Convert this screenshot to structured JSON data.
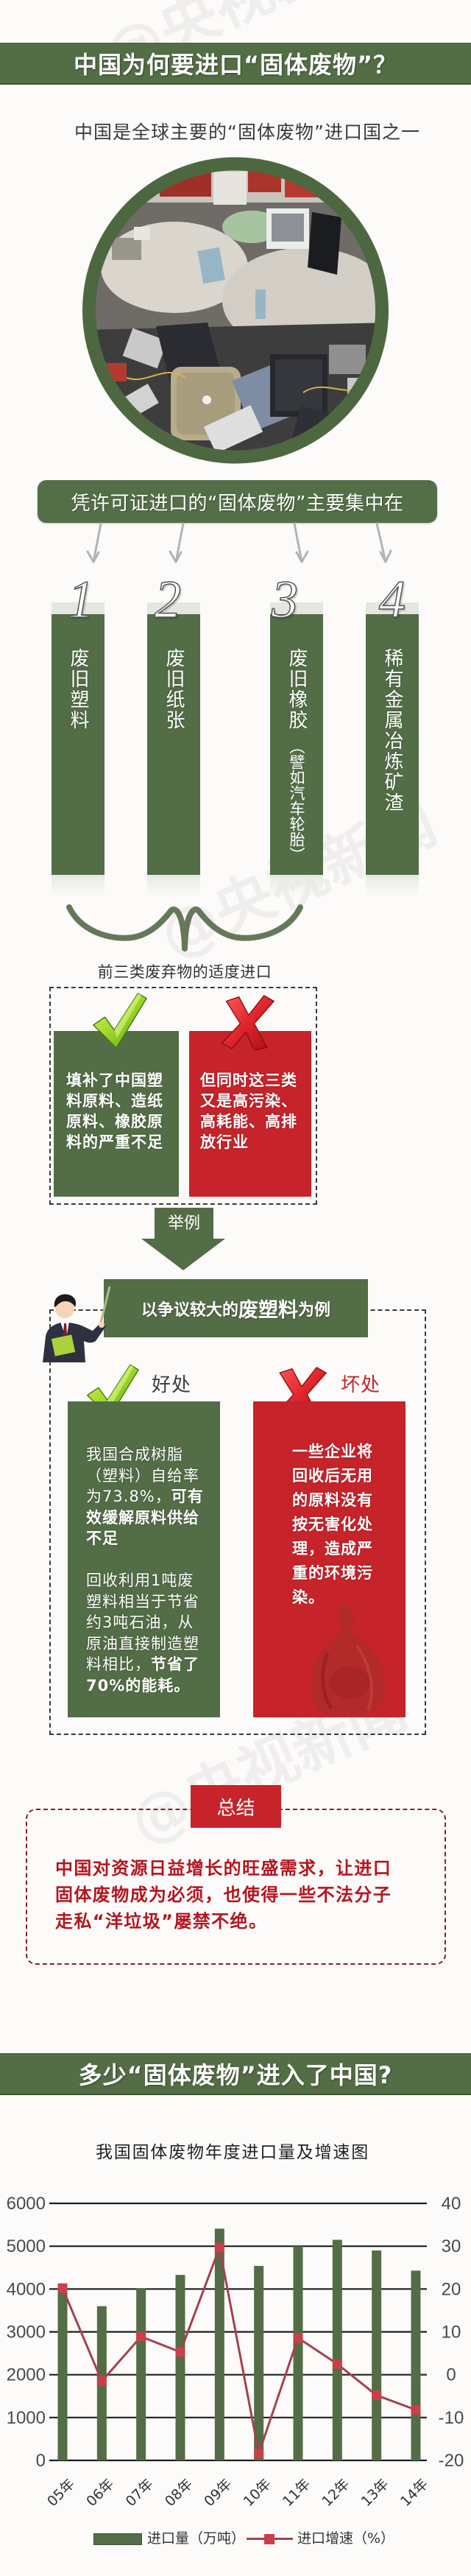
{
  "watermark": "@央视新闻",
  "colors": {
    "primary_green": "#536d46",
    "alert_red": "#c6232a",
    "summary_text_red": "#b2161f",
    "growth_line": "#a3424c"
  },
  "section1": {
    "title": "中国为何要进口“固体废物”？",
    "subtitle": "中国是全球主要的“固体废物”进口国之一",
    "photo_icon": "e-waste-pile-photo",
    "banner": "凭许可证进口的“固体废物”主要集中在",
    "categories": [
      {
        "number": "1",
        "label": "废旧塑料"
      },
      {
        "number": "2",
        "label": "废旧纸张"
      },
      {
        "number": "3",
        "label": "废旧橡胶",
        "note": "（譬如汽车轮胎）"
      },
      {
        "number": "4",
        "label": "稀有金属冶炼矿渣"
      }
    ],
    "brace_caption": "前三类废弃物的适度进口",
    "import_effects": {
      "positive": {
        "icon": "check-icon",
        "lines": [
          "填补了中国塑",
          "料原料、造纸",
          "原料、橡胶原",
          "料的严重不足"
        ]
      },
      "negative": {
        "icon": "cross-icon",
        "lines": [
          "但同时这三类",
          "又是高污染、",
          "高耗能、高排",
          "放行业"
        ]
      }
    },
    "example_arrow_label": "举例",
    "example": {
      "banner": {
        "prefix": "以争议较大的",
        "emphasis": "废塑料",
        "suffix": "为例"
      },
      "pros": {
        "label": "好处",
        "icon": "check-icon",
        "lines": [
          {
            "text": "我国合成树脂",
            "bold": ""
          },
          {
            "text": "（塑料）自给率",
            "bold": ""
          },
          {
            "text": "为73.8%，",
            "bold": "可有"
          },
          {
            "text": "",
            "bold": "效缓解原料供给"
          },
          {
            "text": "",
            "bold": "不足"
          },
          {
            "text": "",
            "bold": ""
          },
          {
            "text": "回收利用1吨废",
            "bold": ""
          },
          {
            "text": "塑料相当于节省",
            "bold": ""
          },
          {
            "text": "约3吨石油，从",
            "bold": ""
          },
          {
            "text": "原油直接制造塑",
            "bold": ""
          },
          {
            "text": "料相比，",
            "bold": "节省了"
          },
          {
            "text": "",
            "bold": "70%的能耗。"
          }
        ]
      },
      "cons": {
        "label": "坏处",
        "icon": "cross-icon",
        "image_icon": "red-trash-bag",
        "lines": [
          "一些企业将",
          "回收后无用",
          "的原料没有",
          "按无害化处",
          "理，造成严",
          "重的环境污",
          "染。"
        ]
      }
    },
    "summary": {
      "tab": "总结",
      "lines": [
        "中国对资源日益增长的旺盛需求，让进口",
        "固体废物成为必须，也使得一些不法分子",
        "走私“洋垃圾”屡禁不绝。"
      ]
    }
  },
  "section2": {
    "title": "多少“固体废物”进入了中国?",
    "chart_title": "我国固体废物年度进口量及增速图",
    "legend": [
      {
        "label": "进口量（万吨）",
        "icon": "green-bar-swatch"
      },
      {
        "label": "进口增速（%）",
        "icon": "red-line-marker-swatch"
      }
    ]
  },
  "chart_data": {
    "type": "bar",
    "title": "我国固体废物年度进口量及增速图",
    "categories": [
      "05年",
      "06年",
      "07年",
      "08年",
      "09年",
      "10年",
      "11年",
      "12年",
      "13年",
      "14年"
    ],
    "series": [
      {
        "name": "进口量（万吨）",
        "type": "bar",
        "axis": "left",
        "values": [
          4130,
          3600,
          4010,
          4330,
          5410,
          4540,
          5000,
          5150,
          4900,
          4430
        ]
      },
      {
        "name": "进口增速（%）",
        "type": "line",
        "axis": "right",
        "values": [
          20.2,
          -1.5,
          8.9,
          5.3,
          29.7,
          -18.4,
          8.6,
          2.5,
          -4.8,
          -8.2
        ]
      }
    ],
    "xlabel": "",
    "ylabel": "",
    "y2label": "",
    "ylim": [
      0,
      6000
    ],
    "y2lim": [
      -20,
      40
    ],
    "yticks": [
      6000,
      5000,
      4000,
      3000,
      2000,
      1000,
      0
    ],
    "y2ticks": [
      40,
      30,
      20,
      10,
      0,
      -10,
      -20
    ],
    "grid": true,
    "legend_position": "bottom"
  }
}
